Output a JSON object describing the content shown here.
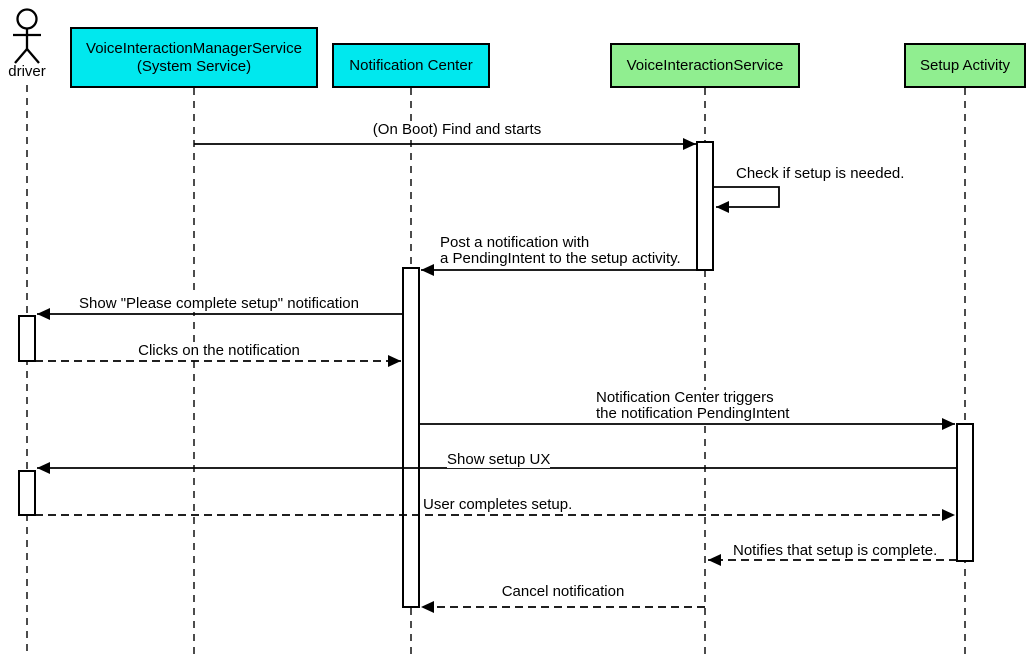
{
  "diagram_type": "uml-sequence-diagram",
  "colors": {
    "participant_cyan": "#00e8ee",
    "participant_green": "#90ee90",
    "line": "#000000",
    "background": "#ffffff"
  },
  "participants": [
    {
      "id": "driver",
      "kind": "actor",
      "label": "driver"
    },
    {
      "id": "voice-interaction-manager-service",
      "kind": "box",
      "label": "VoiceInteractionManagerService\n(System Service)",
      "fill": "#00e8ee"
    },
    {
      "id": "notification-center",
      "kind": "box",
      "label": "Notification Center",
      "fill": "#00e8ee"
    },
    {
      "id": "voice-interaction-service",
      "kind": "box",
      "label": "VoiceInteractionService",
      "fill": "#90ee90"
    },
    {
      "id": "setup-activity",
      "kind": "box",
      "label": "Setup Activity",
      "fill": "#90ee90"
    }
  ],
  "messages": [
    {
      "from": "VoiceInteractionManagerService",
      "to": "VoiceInteractionService",
      "style": "solid",
      "text": "(On Boot) Find and starts"
    },
    {
      "from": "VoiceInteractionService",
      "to": "VoiceInteractionService",
      "style": "solid-self",
      "text": "Check if setup is needed."
    },
    {
      "from": "VoiceInteractionService",
      "to": "Notification Center",
      "style": "solid",
      "text": "Post a notification with\na PendingIntent to the setup activity."
    },
    {
      "from": "Notification Center",
      "to": "driver",
      "style": "solid",
      "text": "Show \"Please complete setup\" notification"
    },
    {
      "from": "driver",
      "to": "Notification Center",
      "style": "dashed",
      "text": "Clicks on the notification"
    },
    {
      "from": "Notification Center",
      "to": "Setup Activity",
      "style": "solid",
      "text": "Notification Center triggers\nthe notification PendingIntent"
    },
    {
      "from": "Setup Activity",
      "to": "driver",
      "style": "solid",
      "text": "Show setup UX"
    },
    {
      "from": "driver",
      "to": "Setup Activity",
      "style": "dashed",
      "text": "User completes setup."
    },
    {
      "from": "Setup Activity",
      "to": "VoiceInteractionService",
      "style": "dashed",
      "text": "Notifies that setup is complete."
    },
    {
      "from": "VoiceInteractionService",
      "to": "Notification Center",
      "style": "dashed",
      "text": "Cancel notification"
    }
  ]
}
